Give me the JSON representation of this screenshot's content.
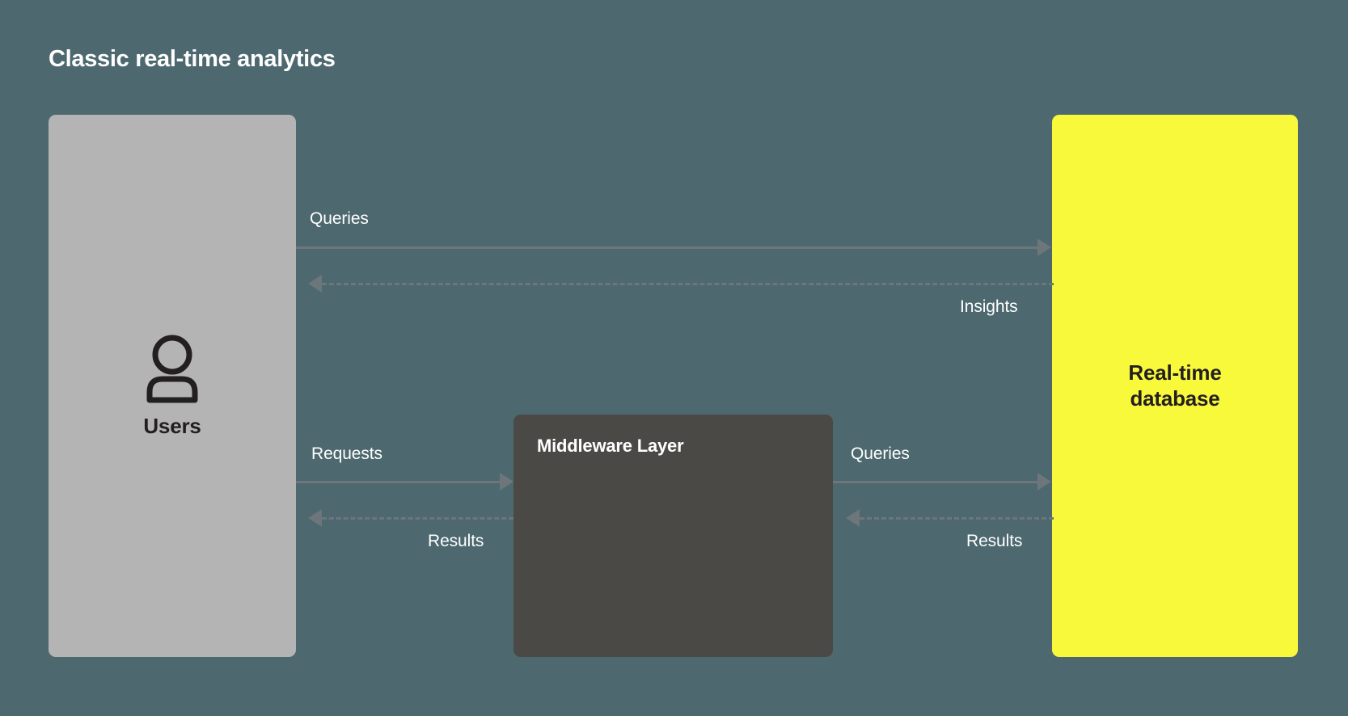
{
  "diagram": {
    "title": "Classic real-time analytics",
    "background_color": "#4d686f",
    "nodes": {
      "users": {
        "label": "Users",
        "icon": "user-person-icon",
        "fill_color": "#b4b4b4",
        "text_color": "#231f20"
      },
      "middleware": {
        "label": "Middleware Layer",
        "fill_color": "#4b4945",
        "text_color": "#ffffff"
      },
      "database": {
        "label_line1": "Real-time",
        "label_line2": "database",
        "fill_color": "#f9f93c",
        "text_color": "#231f20"
      }
    },
    "edges": [
      {
        "id": "users-to-database-queries",
        "label": "Queries",
        "from": "users",
        "to": "database",
        "style": "solid",
        "direction": "right",
        "color": "#6d767a"
      },
      {
        "id": "database-to-users-insights",
        "label": "Insights",
        "from": "database",
        "to": "users",
        "style": "dashed",
        "direction": "left",
        "color": "#6d767a"
      },
      {
        "id": "users-to-middleware-requests",
        "label": "Requests",
        "from": "users",
        "to": "middleware",
        "style": "solid",
        "direction": "right",
        "color": "#6d767a"
      },
      {
        "id": "middleware-to-users-results",
        "label": "Results",
        "from": "middleware",
        "to": "users",
        "style": "dashed",
        "direction": "left",
        "color": "#6d767a"
      },
      {
        "id": "middleware-to-database-queries",
        "label": "Queries",
        "from": "middleware",
        "to": "database",
        "style": "solid",
        "direction": "right",
        "color": "#6d767a"
      },
      {
        "id": "database-to-middleware-results",
        "label": "Results",
        "from": "database",
        "to": "middleware",
        "style": "dashed",
        "direction": "left",
        "color": "#6d767a"
      }
    ]
  }
}
